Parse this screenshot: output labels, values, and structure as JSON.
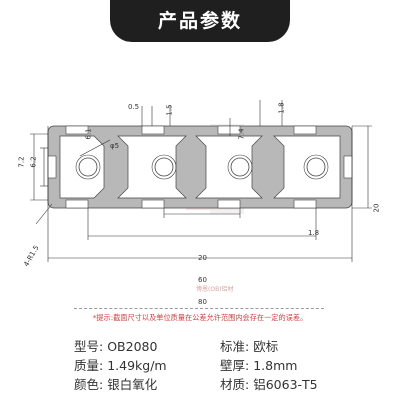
{
  "header": {
    "title": "产品参数"
  },
  "drawing": {
    "dims": {
      "d_0_5": "0.5",
      "d_6_1": "6.1",
      "d_1_5": "1.5",
      "d_1_8": "1.8",
      "d_7_4": "7.4",
      "d_7_2": "7.2",
      "d_6_2": "6.2",
      "d_phi5": "φ5",
      "d_4_r1_5": "4-R1.5",
      "d_20_h": "20",
      "d_60": "60",
      "d_80": "80",
      "d_20_v": "20",
      "d_1_8b": "1.8"
    },
    "watermark": "博恩(OB)铝材"
  },
  "note": "*提示:截面尺寸以及单位质量在公差允许范围内会存在一定的误差。",
  "specs": {
    "model": {
      "label": "型号:",
      "value": "OB2080"
    },
    "standard": {
      "label": "标准:",
      "value": "欧标"
    },
    "weight": {
      "label": "质量:",
      "value": "1.49kg/m"
    },
    "thickness": {
      "label": "壁厚:",
      "value": "1.8mm"
    },
    "color": {
      "label": "颜色:",
      "value": "银白氧化"
    },
    "material": {
      "label": "材质:",
      "value": "铝6063-T5"
    }
  }
}
